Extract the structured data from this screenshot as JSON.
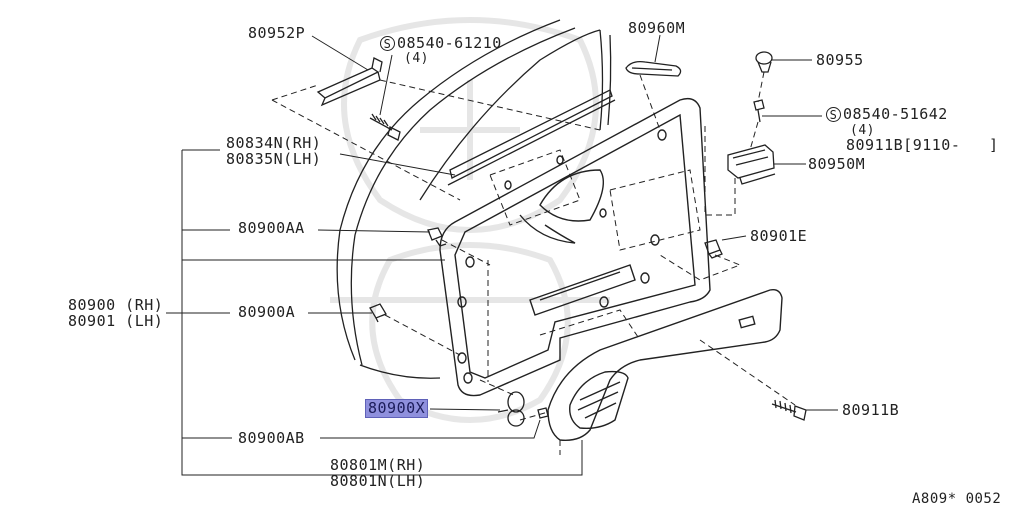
{
  "labels": {
    "p80952P": "80952P",
    "screw1_part": "08540-61210",
    "screw1_qty": "(4)",
    "p80960M": "80960M",
    "p80955": "80955",
    "screw2_part": "08540-51642",
    "screw2_qty": "(4)",
    "p80911B_date": "80911B[9110-   ]",
    "p80834N": "80834N(RH)",
    "p80835N": "80835N(LH)",
    "p80950M": "80950M",
    "p80900AA": "80900AA",
    "p80901E": "80901E",
    "p80900": "80900 (RH)",
    "p80901": "80901 (LH)",
    "p80900A": "80900A",
    "p80900X": "80900X",
    "p80911B": "80911B",
    "p80900AB": "80900AB",
    "p80801M": "80801M(RH)",
    "p80801N": "80801N(LH)",
    "s_symbol": "S",
    "drawing_code": "A809* 0052"
  },
  "colors": {
    "line": "#222222",
    "highlight": "#8f90dd",
    "watermark": "#e4e4e4"
  }
}
